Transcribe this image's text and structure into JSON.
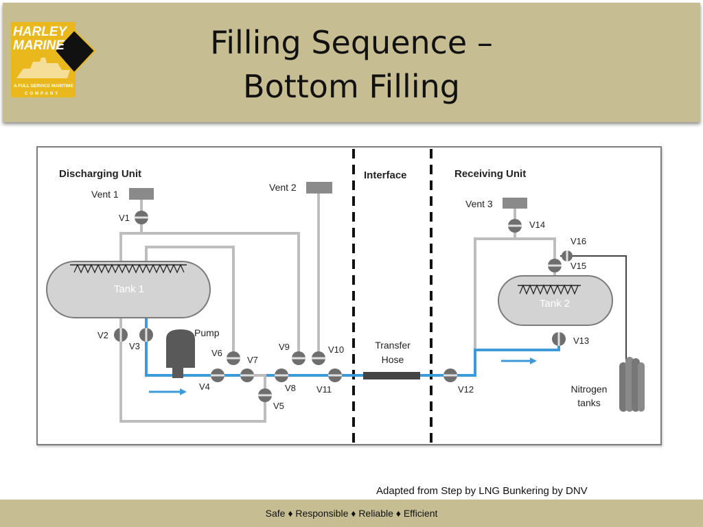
{
  "header": {
    "title_line1": "Filling Sequence –",
    "title_line2": "Bottom Filling",
    "logo": {
      "line1": "HARLEY",
      "line2": "MARINE",
      "tagline": "A FULL SERVICE MARITIME",
      "tagline2": "COMPANY",
      "color": "#e8b81c"
    }
  },
  "diagram": {
    "sections": {
      "discharging": "Discharging Unit",
      "interface": "Interface",
      "receiving": "Receiving Unit"
    },
    "tanks": {
      "tank1": "Tank 1",
      "tank2": "Tank 2"
    },
    "vents": {
      "vent1": "Vent 1",
      "vent2": "Vent 2",
      "vent3": "Vent 3"
    },
    "pump": "Pump",
    "hose_line1": "Transfer",
    "hose_line2": "Hose",
    "nitrogen_line1": "Nitrogen",
    "nitrogen_line2": "tanks",
    "valves": {
      "V1": "V1",
      "V2": "V2",
      "V3": "V3",
      "V4": "V4",
      "V5": "V5",
      "V6": "V6",
      "V7": "V7",
      "V8": "V8",
      "V9": "V9",
      "V10": "V10",
      "V11": "V11",
      "V12": "V12",
      "V13": "V13",
      "V14": "V14",
      "V15": "V15",
      "V16": "V16"
    },
    "colors": {
      "pipe": "#bdbdbd",
      "flow": "#3d9ad8",
      "tank": "#d3d3d3",
      "valve": "#777777",
      "hose": "#444444"
    }
  },
  "credit": "Adapted from Step by LNG Bunkering by DNV",
  "footer": "Safe ♦ Responsible ♦ Reliable ♦ Efficient"
}
